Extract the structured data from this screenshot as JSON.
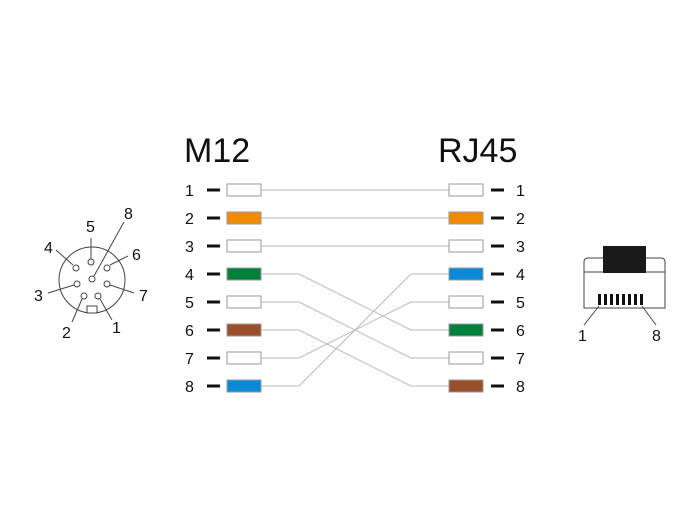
{
  "left_connector": {
    "title": "M12",
    "pins": [
      {
        "num": "1",
        "color": "#ffffff"
      },
      {
        "num": "2",
        "color": "#f08a00"
      },
      {
        "num": "3",
        "color": "#ffffff"
      },
      {
        "num": "4",
        "color": "#00803a"
      },
      {
        "num": "5",
        "color": "#ffffff"
      },
      {
        "num": "6",
        "color": "#9a4f2c"
      },
      {
        "num": "7",
        "color": "#ffffff"
      },
      {
        "num": "8",
        "color": "#0a8ad6"
      }
    ]
  },
  "right_connector": {
    "title": "RJ45",
    "pins": [
      {
        "num": "1",
        "color": "#ffffff"
      },
      {
        "num": "2",
        "color": "#f08a00"
      },
      {
        "num": "3",
        "color": "#ffffff"
      },
      {
        "num": "4",
        "color": "#0a8ad6"
      },
      {
        "num": "5",
        "color": "#ffffff"
      },
      {
        "num": "6",
        "color": "#00803a"
      },
      {
        "num": "7",
        "color": "#ffffff"
      },
      {
        "num": "8",
        "color": "#9a4f2c"
      }
    ]
  },
  "wiring": [
    [
      1,
      1
    ],
    [
      2,
      2
    ],
    [
      3,
      3
    ],
    [
      4,
      6
    ],
    [
      5,
      7
    ],
    [
      6,
      8
    ],
    [
      7,
      5
    ],
    [
      8,
      4
    ]
  ],
  "m12_face_labels": [
    "1",
    "2",
    "3",
    "4",
    "5",
    "6",
    "7",
    "8"
  ],
  "rj45_face_labels": {
    "left": "1",
    "right": "8"
  }
}
